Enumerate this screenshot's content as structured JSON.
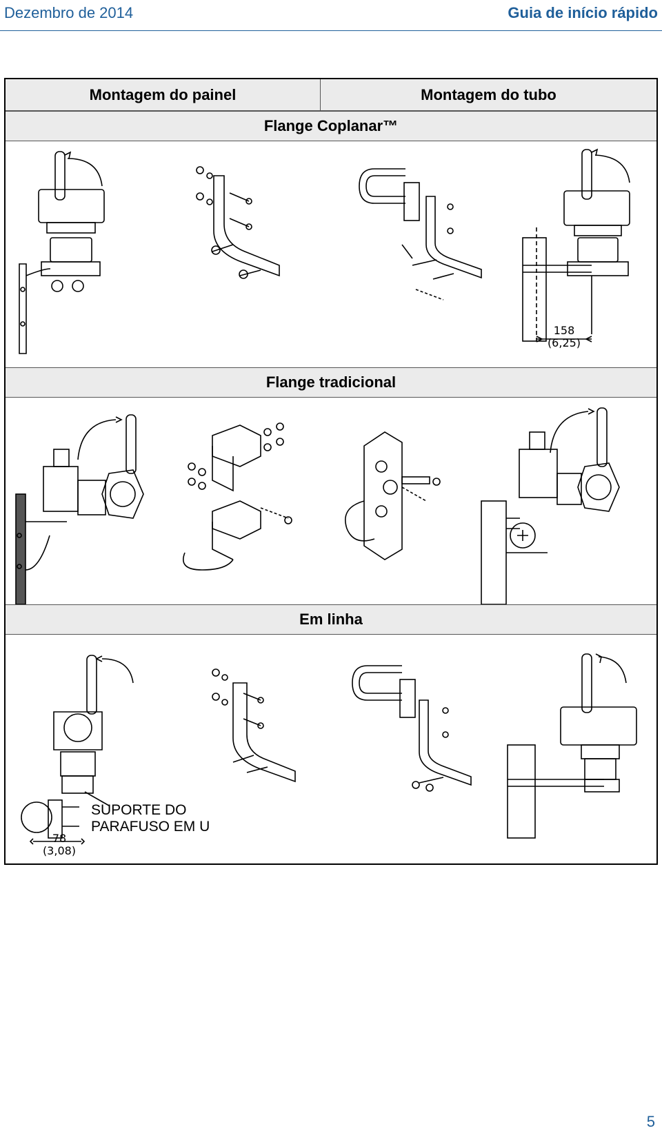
{
  "header": {
    "date": "Dezembro de 2014",
    "guide_title": "Guia de início rápido"
  },
  "table": {
    "col_headers": [
      "Montagem do painel",
      "Montagem do tubo"
    ],
    "sections": [
      {
        "title": "Flange Coplanar™",
        "dimension": {
          "mm": "158",
          "in": "(6,25)"
        }
      },
      {
        "title": "Flange tradicional"
      },
      {
        "title": "Em linha",
        "dimension": {
          "mm": "78",
          "in": "(3,08)"
        },
        "callout": [
          "SUPORTE DO",
          "PARAFUSO EM U"
        ]
      }
    ]
  },
  "icons": [
    "transmitter-panel-icon",
    "flat-bracket-bolts-icon",
    "u-bolt-bracket-icon",
    "transmitter-pipe-icon"
  ],
  "colors": {
    "accent": "#1f5f9a",
    "band": "#ebebeb"
  },
  "footer": {
    "page_number": "5"
  }
}
